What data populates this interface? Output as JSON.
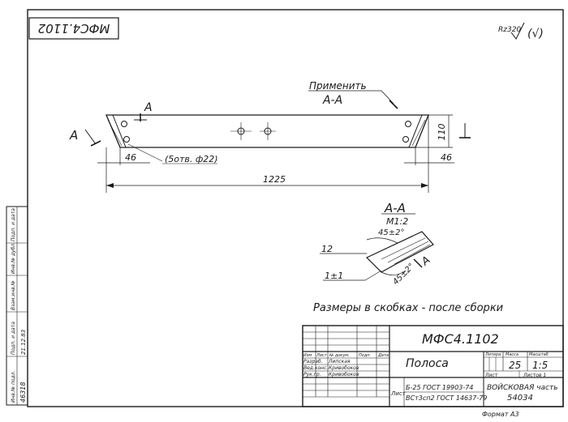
{
  "sheet": {
    "designation_top": "МФС4.1102",
    "roughness_mark": "Rz320",
    "roughness_paren": "(√)"
  },
  "main_view": {
    "apply_note": "Применить",
    "section_label_top": "А-А",
    "cut_label_left": "А",
    "cut_label_arrow": "А",
    "dim_left": "46",
    "dim_right": "46",
    "dim_height": "110",
    "holes_note": "(5отв. ф22)",
    "dim_length": "1225"
  },
  "section_view": {
    "title": "А-А",
    "scale": "М1:2",
    "angle_top": "45±2°",
    "thickness": "12",
    "tolerance": "1±1",
    "angle_bottom": "45±2°",
    "cut_letter": "А"
  },
  "notes": {
    "assembly_note": "Размеры в скобках - после сборки"
  },
  "title_block": {
    "designation": "МФС4.1102",
    "part_name": "Полоса",
    "col_izm": "Изм",
    "col_list": "Лист",
    "col_doc": "№ докум.",
    "col_sign": "Подп.",
    "col_date": "Дата",
    "row1_role": "Разраб.",
    "row1_name": "Липская",
    "row2_role": "Вед.конс.",
    "row2_name": "Кривобоков",
    "row3_role": "Рук.гр.",
    "row3_name": "Кривобоков",
    "hdr_litera": "Литера",
    "hdr_mass": "Масса",
    "hdr_scale": "Масштаб",
    "mass": "25",
    "scale": "1:5",
    "sheet_label": "Лист",
    "sheets_label": "Листов 1",
    "material_1": "Б-25 ГОСТ 19903-74",
    "material_2": "ВСт3сп2 ГОСТ 14637-79",
    "org_1": "ВОЙСКОВАЯ часть",
    "org_2": "54034",
    "format": "Формат А3"
  },
  "side_stamp": {
    "col1": "Инв.№ подл.",
    "col2": "Подп. и дата",
    "col3": "Взам.инв.№",
    "col4": "Инв.№ дубл.",
    "col5": "Подп. и дата",
    "inv_number": "46318",
    "date": "21.12.83"
  }
}
